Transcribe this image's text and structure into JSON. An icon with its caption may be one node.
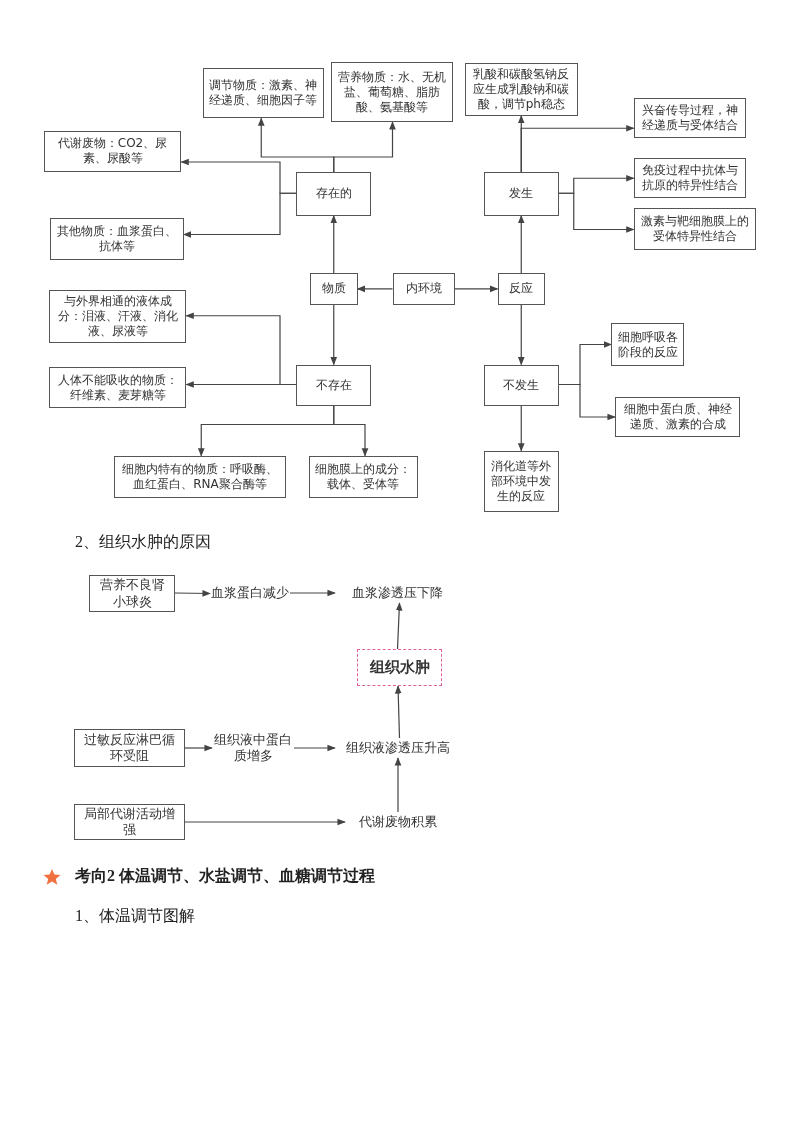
{
  "diagram": {
    "nodes": [
      {
        "text": [
          "调节物质：激素、神经递质、细胞因子等"
        ]
      },
      {
        "text": [
          "营养物质：水、无机盐、葡萄糖、脂肪酸、氨基酸等"
        ]
      },
      {
        "text": [
          "乳酸和碳酸氢钠反应生成乳酸钠和碳酸，调节ph稳态"
        ]
      },
      {
        "text": [
          "兴奋传导过程，神经递质与受体结合"
        ]
      },
      {
        "text": [
          "代谢废物：CO2、尿素、尿酸等"
        ]
      },
      {
        "text": [
          "存在的"
        ]
      },
      {
        "text": [
          "发生"
        ]
      },
      {
        "text": [
          "免疫过程中抗体与抗原的特异性结合"
        ]
      },
      {
        "text": [
          "其他物质：血浆蛋白、抗体等"
        ]
      },
      {
        "text": [
          "激素与靶细胞膜上的受体特异性结合"
        ]
      },
      {
        "text": [
          "物质"
        ]
      },
      {
        "text": [
          "内环境"
        ]
      },
      {
        "text": [
          "反应"
        ]
      },
      {
        "text": [
          "与外界相通的液体成分：泪液、汗液、消化液、尿液等"
        ]
      },
      {
        "text": [
          "细胞呼吸各阶段的反应"
        ]
      },
      {
        "text": [
          "不存在"
        ]
      },
      {
        "text": [
          "不发生"
        ]
      },
      {
        "text": [
          "人体不能吸收的物质：纤维素、麦芽糖等"
        ]
      },
      {
        "text": [
          "细胞中蛋白质、神经递质、激素的合成"
        ]
      },
      {
        "text": [
          "细胞内特有的物质：呼吸酶、血红蛋白、RNA聚合酶等"
        ]
      },
      {
        "text": [
          "细胞膜上的成分：载体、受体等"
        ]
      },
      {
        "text": [
          "消化道等外部环境中发生的反应"
        ]
      },
      {
        "text": [
          "营养不良肾小球炎"
        ]
      },
      {
        "text": [
          "血浆蛋白减少"
        ]
      },
      {
        "text": [
          "血浆渗透压下降"
        ]
      },
      {
        "text": [
          "组织水肿"
        ]
      },
      {
        "text": [
          "过敏反应淋巴循环受阻"
        ]
      },
      {
        "text": [
          "组织液中蛋白质增多"
        ]
      },
      {
        "text": [
          "组织液渗透压升高"
        ]
      },
      {
        "text": [
          "局部代谢活动增强"
        ]
      },
      {
        "text": [
          "代谢废物积累"
        ]
      }
    ],
    "edges": [
      {
        "from": 11,
        "to": 10,
        "arrow": "to"
      },
      {
        "from": 11,
        "to": 12,
        "arrow": "to"
      },
      {
        "from": 10,
        "to": 5,
        "arrow": "to"
      },
      {
        "from": 10,
        "to": 15,
        "arrow": "to"
      },
      {
        "from": 5,
        "to": 0,
        "arrow": "to"
      },
      {
        "from": 5,
        "to": 1,
        "arrow": "to"
      },
      {
        "from": 5,
        "to": 4,
        "arrow": "to"
      },
      {
        "from": 5,
        "to": 8,
        "arrow": "to"
      },
      {
        "from": 15,
        "to": 13,
        "arrow": "to"
      },
      {
        "from": 15,
        "to": 17,
        "arrow": "to"
      },
      {
        "from": 15,
        "to": 19,
        "arrow": "to"
      },
      {
        "from": 15,
        "to": 20,
        "arrow": "to"
      },
      {
        "from": 12,
        "to": 6,
        "arrow": "to"
      },
      {
        "from": 12,
        "to": 16,
        "arrow": "to"
      },
      {
        "from": 6,
        "to": 2,
        "arrow": "to"
      },
      {
        "from": 6,
        "to": 3,
        "arrow": "to"
      },
      {
        "from": 6,
        "to": 7,
        "arrow": "to"
      },
      {
        "from": 6,
        "to": 9,
        "arrow": "to"
      },
      {
        "from": 16,
        "to": 14,
        "arrow": "to"
      },
      {
        "from": 16,
        "to": 18,
        "arrow": "to"
      },
      {
        "from": 16,
        "to": 21,
        "arrow": "to"
      },
      {
        "from": 22,
        "to": 23,
        "arrow": "to"
      },
      {
        "from": 23,
        "to": 24,
        "arrow": "to"
      },
      {
        "from": 26,
        "to": 27,
        "arrow": "to"
      },
      {
        "from": 27,
        "to": 28,
        "arrow": "to"
      },
      {
        "from": 28,
        "to": 25,
        "arrow": "to"
      },
      {
        "from": 25,
        "to": 24,
        "arrow": "to"
      },
      {
        "from": 29,
        "to": 30,
        "arrow": "to"
      },
      {
        "from": 30,
        "to": 28,
        "arrow": "to"
      }
    ],
    "labels": [
      "2、组织水肿的原因",
      "考向2 体温调节、水盐调节、血糖调节过程",
      "1、体温调节图解"
    ]
  }
}
